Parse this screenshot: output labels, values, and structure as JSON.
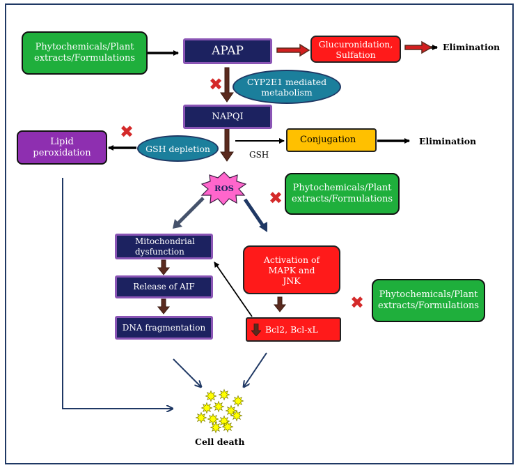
{
  "nodes": {
    "phyto_top": "Phytochemicals/Plant extracts/Formulations",
    "apap": "APAP",
    "glucuronidation": "Glucuronidation, Sulfation",
    "elimination_top": "Elimination",
    "cyp2e1": "CYP2E1 mediated metabolism",
    "napqi": "NAPQI",
    "lipid": "Lipid peroxidation",
    "gsh_depletion": "GSH depletion",
    "conjugation": "Conjugation",
    "elimination_mid": "Elimination",
    "gsh": "GSH",
    "ros": "ROS",
    "phyto_mid": "Phytochemicals/Plant extracts/Formulations",
    "mito": "Mitochondrial dysfunction",
    "mapk": "Activation of MAPK and JNK",
    "aif": "Release of AIF",
    "phyto_bottom": "Phytochemicals/Plant extracts/Formulations",
    "dna": "DNA fragmentation",
    "bcl2": "Bcl2, Bcl-xL",
    "cell_death": "Cell death"
  },
  "marks": {
    "inhibit": "✖"
  },
  "colors": {
    "green": "#1faf3c",
    "navy": "#1c2260",
    "red": "#ff1a1a",
    "teal": "#1b7f9c",
    "purple": "#8e2fb0",
    "yellow": "#ffc000",
    "dark_arrow": "#5a2a1e",
    "blue_arrow": "#1f3864",
    "star": "#ffff00"
  }
}
